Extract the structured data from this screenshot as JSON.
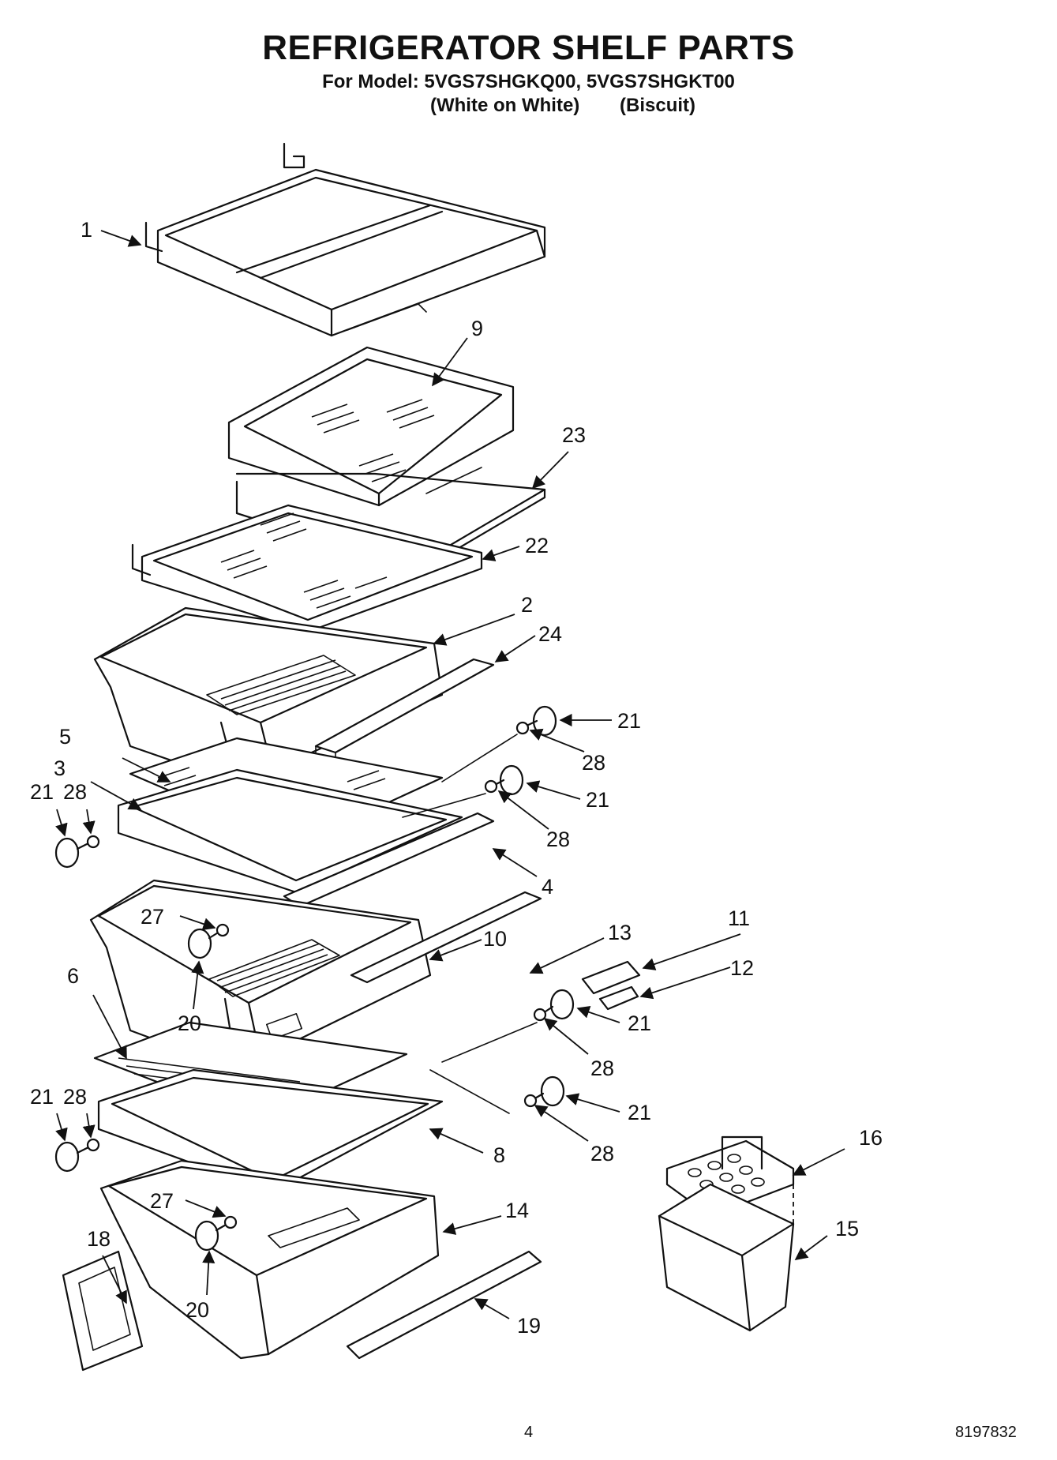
{
  "header": {
    "title": "REFRIGERATOR SHELF PARTS",
    "model_line": "For Model: 5VGS7SHGKQ00, 5VGS7SHGKT00",
    "variant_white": "(White on White)",
    "variant_biscuit": "(Biscuit)"
  },
  "callouts": [
    {
      "id": "c1",
      "label": "1"
    },
    {
      "id": "c9",
      "label": "9"
    },
    {
      "id": "c23",
      "label": "23"
    },
    {
      "id": "c22",
      "label": "22"
    },
    {
      "id": "c2",
      "label": "2"
    },
    {
      "id": "c24",
      "label": "24"
    },
    {
      "id": "c21a",
      "label": "21"
    },
    {
      "id": "c28a",
      "label": "28"
    },
    {
      "id": "c5",
      "label": "5"
    },
    {
      "id": "c3",
      "label": "3"
    },
    {
      "id": "c21b",
      "label": "21"
    },
    {
      "id": "c28b",
      "label": "28"
    },
    {
      "id": "c21c",
      "label": "21"
    },
    {
      "id": "c28c",
      "label": "28"
    },
    {
      "id": "c4",
      "label": "4"
    },
    {
      "id": "c27a",
      "label": "27"
    },
    {
      "id": "c10",
      "label": "10"
    },
    {
      "id": "c13",
      "label": "13"
    },
    {
      "id": "c11",
      "label": "11"
    },
    {
      "id": "c12",
      "label": "12"
    },
    {
      "id": "c6",
      "label": "6"
    },
    {
      "id": "c20a",
      "label": "20"
    },
    {
      "id": "c21d",
      "label": "21"
    },
    {
      "id": "c28d",
      "label": "28"
    },
    {
      "id": "c21e",
      "label": "21"
    },
    {
      "id": "c28e",
      "label": "28"
    },
    {
      "id": "c21f",
      "label": "21"
    },
    {
      "id": "c28f",
      "label": "28"
    },
    {
      "id": "c8",
      "label": "8"
    },
    {
      "id": "c16",
      "label": "16"
    },
    {
      "id": "c27b",
      "label": "27"
    },
    {
      "id": "c14",
      "label": "14"
    },
    {
      "id": "c15",
      "label": "15"
    },
    {
      "id": "c18",
      "label": "18"
    },
    {
      "id": "c20b",
      "label": "20"
    },
    {
      "id": "c19",
      "label": "19"
    }
  ],
  "footer": {
    "page_number": "4",
    "document_number": "8197832"
  }
}
